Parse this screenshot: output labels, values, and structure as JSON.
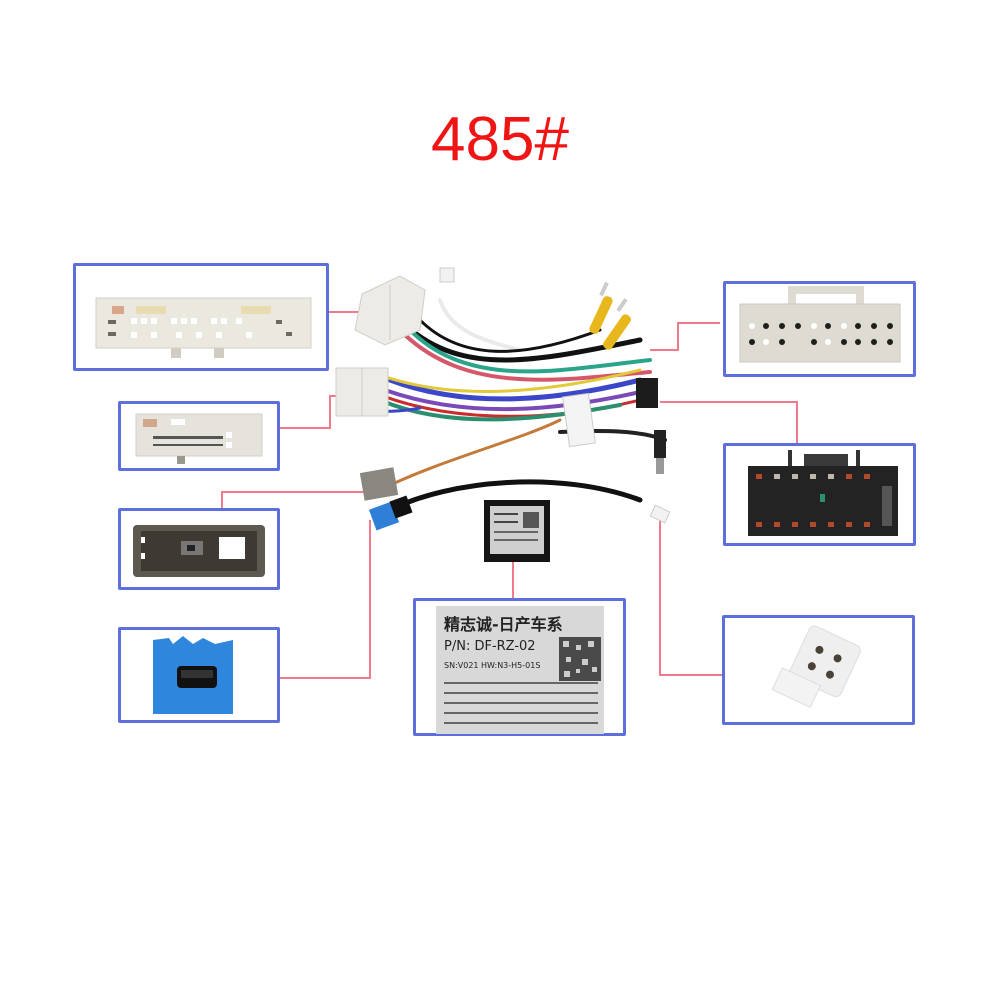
{
  "title": "485#",
  "colors": {
    "title": "#f01515",
    "box_border": "#5d6fdc",
    "leader_line": "#f07a8a"
  },
  "canbus_label": {
    "brand": "精志诚-日产车系",
    "part_number": "P/N: DF-RZ-02",
    "line3": "SN:V021  HW:N3-H5-01S"
  },
  "components": [
    {
      "id": "main-40pin-connector",
      "desc": "white 40-pin car-side connector"
    },
    {
      "id": "secondary-24pin-connector",
      "desc": "white 24-pin car-side connector"
    },
    {
      "id": "antenna-adapter-connector",
      "desc": "grey antenna adapter connector"
    },
    {
      "id": "usb-blue-connector",
      "desc": "blue mini USB connector"
    },
    {
      "id": "canbus-decoder-box",
      "desc": "canbus decoder box label"
    },
    {
      "id": "head-unit-20pin-connector",
      "desc": "white 20-pin head-unit connector"
    },
    {
      "id": "head-unit-16pin-connector",
      "desc": "black 16-pin ISO head-unit connector"
    },
    {
      "id": "4pin-white-connector",
      "desc": "white 4-pin connector"
    }
  ]
}
